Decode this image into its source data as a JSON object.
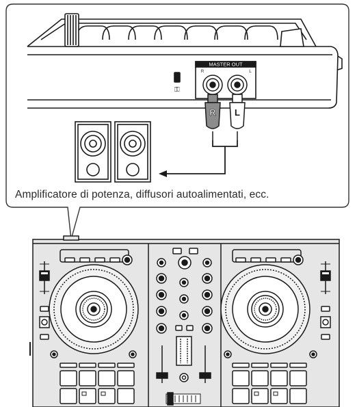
{
  "caption": "Amplificatore di potenza, diffusori autoalimentati, ecc.",
  "rear_panel": {
    "output_label": "MASTER OUT",
    "jack_right": "R",
    "jack_left": "L"
  },
  "plugs": {
    "right": "R",
    "left": "L"
  },
  "colors": {
    "line": "#1a1a1a",
    "controller_body": "#e6e6e6",
    "callout_border": "#333333",
    "plug_right": "#8c8c8c",
    "plug_left": "#ffffff"
  }
}
